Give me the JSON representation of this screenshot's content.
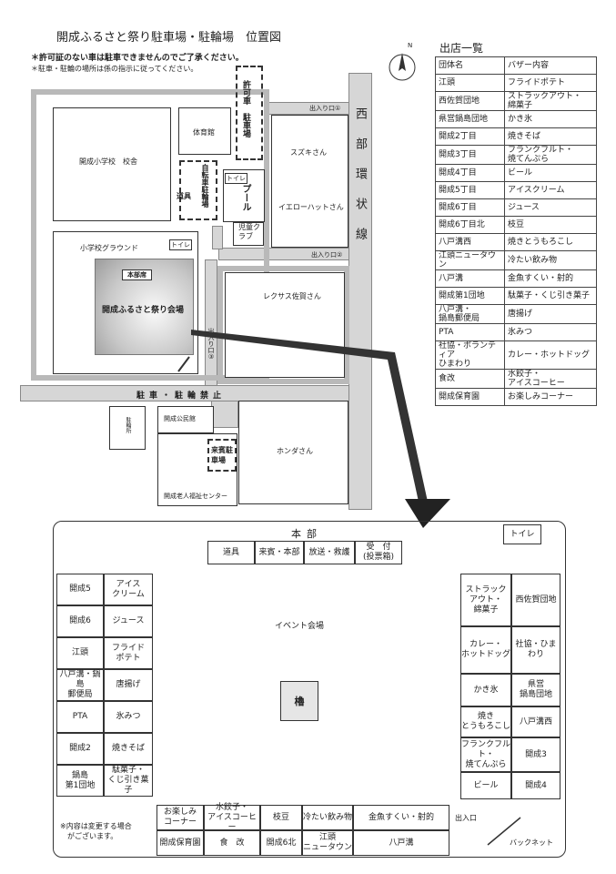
{
  "title": "開成ふるさと祭り駐車場・駐輪場　位置図",
  "notices": [
    "＊許可証のない車は駐車できませんのでご了承ください。",
    "＊駐車・駐輪の場所は係の指示に従ってください。"
  ],
  "compass": "N",
  "map": {
    "school": "開成小学校　校舎",
    "gym": "体育館",
    "permit_parking": "許可車　駐車場",
    "bike_parking": "自転車駐輪場",
    "tools": "道具",
    "toilet_pool": "トイレ",
    "pool": "プール",
    "kids_club": "児童クラブ",
    "ground": "小学校グラウンド",
    "toilet_ground": "トイレ",
    "hq_small": "本部席",
    "venue": "開成ふるさと祭り会場",
    "exit1": "出入り口①",
    "exit2": "出入り口②",
    "exit3": "出入り口③",
    "suzuki": "スズキさん",
    "yellowhat": "イエローハットさん",
    "lexus": "レクサス佐賀さん",
    "honda": "ホンダさん",
    "no_parking": "駐車・駐輪禁止",
    "west_road": "西部環状線",
    "station": "駐輪所",
    "hall": "開成公民館",
    "guest_parking": "来賓駐車場",
    "elderly": "開成老人福祉センター"
  },
  "stalls_title": "出店一覧",
  "stalls_header": [
    "団体名",
    "バザー内容"
  ],
  "stalls": [
    [
      "江頭",
      "フライドポテト"
    ],
    [
      "西佐賀団地",
      "ストラックアウト・\n綿菓子"
    ],
    [
      "県営鍋島団地",
      "かき氷"
    ],
    [
      "開成2丁目",
      "焼きそば"
    ],
    [
      "開成3丁目",
      "フランクフルト・\n焼てんぷら"
    ],
    [
      "開成4丁目",
      "ビール"
    ],
    [
      "開成5丁目",
      "アイスクリーム"
    ],
    [
      "開成6丁目",
      "ジュース"
    ],
    [
      "開成6丁目北",
      "枝豆"
    ],
    [
      "八戸溝西",
      "焼きとうもろこし"
    ],
    [
      "江頭ニュータウン",
      "冷たい飲み物"
    ],
    [
      "八戸溝",
      "金魚すくい・射的"
    ],
    [
      "開成第1団地",
      "駄菓子・くじ引き菓子"
    ],
    [
      "八戸溝・\n鍋島郵便局",
      "唐揚げ"
    ],
    [
      "PTA",
      "氷みつ"
    ],
    [
      "社協・ボランティア\nひまわり",
      "カレー・ホットドッグ"
    ],
    [
      "食改",
      "水餃子・\nアイスコーヒー"
    ],
    [
      "開成保育園",
      "お楽しみコーナー"
    ]
  ],
  "layout": {
    "hq": "本部",
    "toilet": "トイレ",
    "top_row": [
      "道具",
      "来賓・本部",
      "放送・救護",
      "受　付\n(投票箱)"
    ],
    "event": "イベント会場",
    "tower": "櫓",
    "left": [
      [
        "開成5",
        "アイス\nクリーム"
      ],
      [
        "開成6",
        "ジュース"
      ],
      [
        "江頭",
        "フライド\nポテト"
      ],
      [
        "八戸溝・鍋島\n郵便局",
        "唐揚げ"
      ],
      [
        "PTA",
        "氷みつ"
      ],
      [
        "開成2",
        "焼きそば"
      ],
      [
        "鍋島\n第1団地",
        "駄菓子・\nくじ引き菓子"
      ]
    ],
    "right": [
      [
        "ストラック\nアウト・\n綿菓子",
        "西佐賀団地"
      ],
      [
        "カレー・\nホットドッグ",
        "社協・ひまわり"
      ],
      [
        "かき氷",
        "県営\n鍋島団地"
      ],
      [
        "焼き\nとうもろこし",
        "八戸溝西"
      ],
      [
        "フランクフルト・\n焼てんぷら",
        "開成3"
      ],
      [
        "ビール",
        "開成4"
      ]
    ],
    "bottom_top": [
      "お楽しみ\nコーナー",
      "水餃子・\nアイスコーヒー",
      "枝豆",
      "冷たい飲み物",
      "金魚すくい・射的"
    ],
    "bottom_bot": [
      "開成保育園",
      "食　改",
      "開成6北",
      "江頭\nニュータウン",
      "八戸溝"
    ],
    "entrance": "出入口",
    "backnet": "バックネット",
    "note": "※内容は変更する場合\n　がございます。"
  }
}
